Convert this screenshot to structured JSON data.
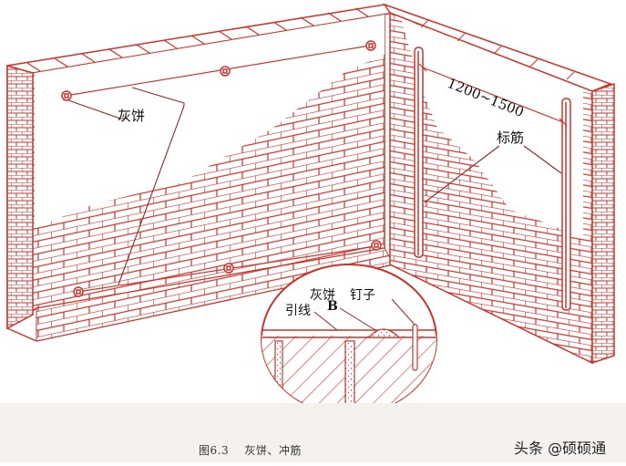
{
  "figure": {
    "caption": "图6.3    灰饼、冲筋",
    "watermark": "头条 @硕硕通",
    "colors": {
      "brick_line": "#c8342c",
      "background": "#ffffff",
      "caption_band": "#f4f1ef",
      "label_text": "#111111"
    }
  },
  "labels": {
    "plaster_pad": "灰饼",
    "screed_strip": "标筋",
    "spacing": "1200~1500",
    "detail_plaster_pad": "灰饼",
    "detail_nail": "钉子",
    "detail_guide_line": "引线",
    "detail_point": "B"
  }
}
